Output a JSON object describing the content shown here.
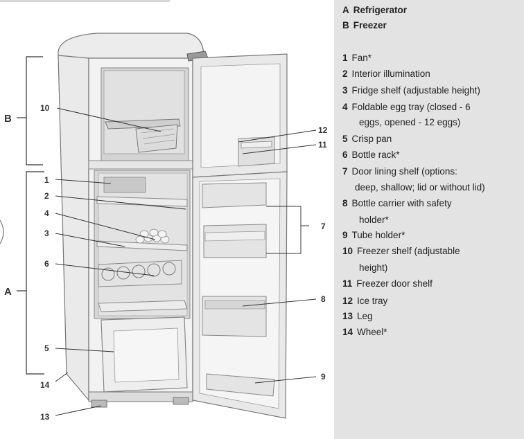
{
  "groups": [
    {
      "key": "A",
      "label": "Refrigerator"
    },
    {
      "key": "B",
      "label": "Freezer"
    }
  ],
  "parts": [
    {
      "num": "1",
      "label": "Fan*"
    },
    {
      "num": "2",
      "label": "Interior illumination"
    },
    {
      "num": "3",
      "label": "Fridge shelf (adjustable height)"
    },
    {
      "num": "4",
      "label": "Foldable egg tray (closed - 6",
      "cont": "eggs, opened - 12 eggs)"
    },
    {
      "num": "5",
      "label": "Crisp pan"
    },
    {
      "num": "6",
      "label": "Bottle rack*"
    },
    {
      "num": "7",
      "label": "Door lining shelf (options:",
      "cont": "deep, shallow; lid or without lid)"
    },
    {
      "num": "8",
      "label": "Bottle carrier with safety",
      "cont": "holder*"
    },
    {
      "num": "9",
      "label": "Tube holder*"
    },
    {
      "num": "10",
      "label": "Freezer shelf (adjustable",
      "cont": "height)"
    },
    {
      "num": "11",
      "label": "Freezer door shelf"
    },
    {
      "num": "12",
      "label": "Ice tray"
    },
    {
      "num": "13",
      "label": "Leg"
    },
    {
      "num": "14",
      "label": "Wheel*"
    }
  ],
  "callouts": {
    "b": "B",
    "a": "A",
    "n1": "1",
    "n2": "2",
    "n3": "3",
    "n4": "4",
    "n5": "5",
    "n6": "6",
    "n7": "7",
    "n8": "8",
    "n9": "9",
    "n10": "10",
    "n11": "11",
    "n12": "12",
    "n13": "13",
    "n14": "14"
  },
  "colors": {
    "legend_bg": "#e3e3e3",
    "line": "#333333"
  }
}
